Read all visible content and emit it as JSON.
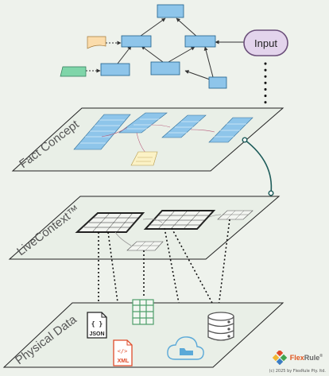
{
  "input_node": {
    "label": "Input"
  },
  "layers": [
    {
      "label": "Fact Concept"
    },
    {
      "label": "LiveContext™"
    },
    {
      "label": "Physical Data"
    }
  ],
  "files": [
    {
      "name": "JSON"
    },
    {
      "name": "XML"
    }
  ],
  "brand": {
    "name": "FlexRule",
    "accent": "Flex",
    "rest": "Rule",
    "registered": "®"
  },
  "copyright": "(c) 2025 by FlexRule Pty. ltd.",
  "colors": {
    "background": "#eef2ec",
    "node_blue": "#8ec5ea",
    "input_fill": "#e3d4ec",
    "input_stroke": "#6b4f7a",
    "note_orange": "#fbdcab",
    "note_green": "#7fd5a9",
    "xml_red": "#e04b2a",
    "table_green": "#4e9e6a",
    "cloud_blue": "#5ba9d8",
    "db_gray": "#555555"
  },
  "icons": [
    "json-file-icon",
    "xml-file-icon",
    "table-icon",
    "cloud-folder-icon",
    "database-icon",
    "flexrule-logo-icon"
  ]
}
